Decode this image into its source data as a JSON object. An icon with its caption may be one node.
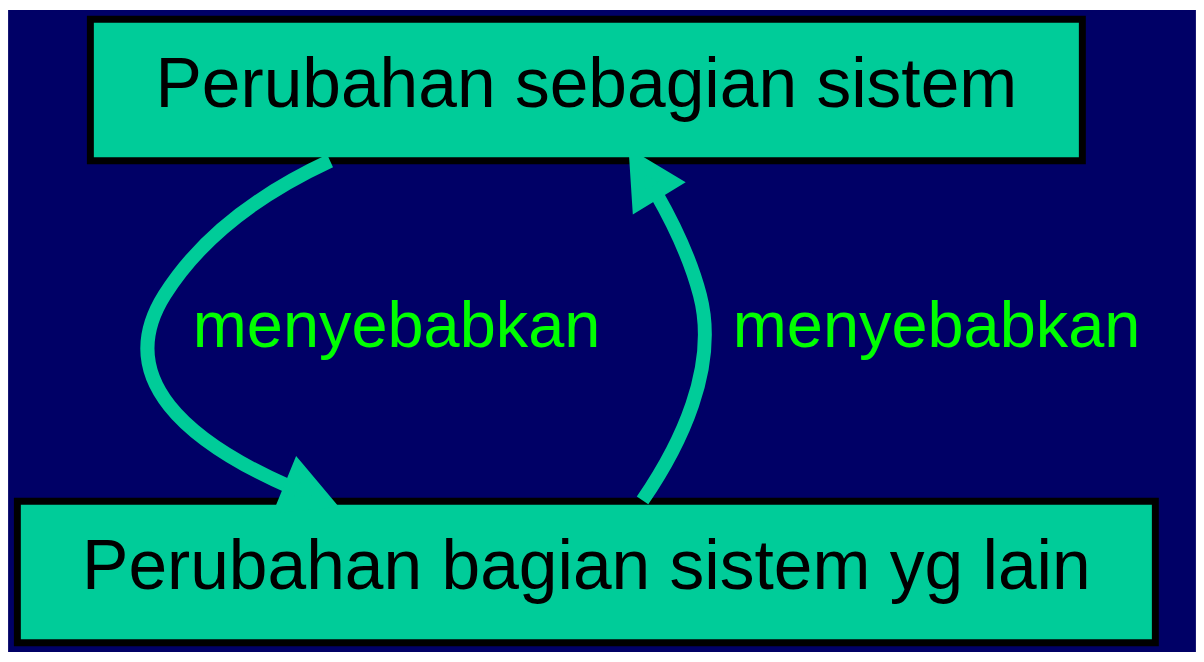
{
  "diagram": {
    "nodes": [
      {
        "text": [
          "Perubahan sebagian sistem"
        ]
      },
      {
        "text": [
          "Perubahan bagian sistem yg lain"
        ]
      }
    ],
    "edges": [
      {
        "from": 0,
        "to": 1,
        "arrow": "to",
        "label": "menyebabkan"
      },
      {
        "from": 1,
        "to": 0,
        "arrow": "to",
        "label": "menyebabkan"
      }
    ]
  }
}
